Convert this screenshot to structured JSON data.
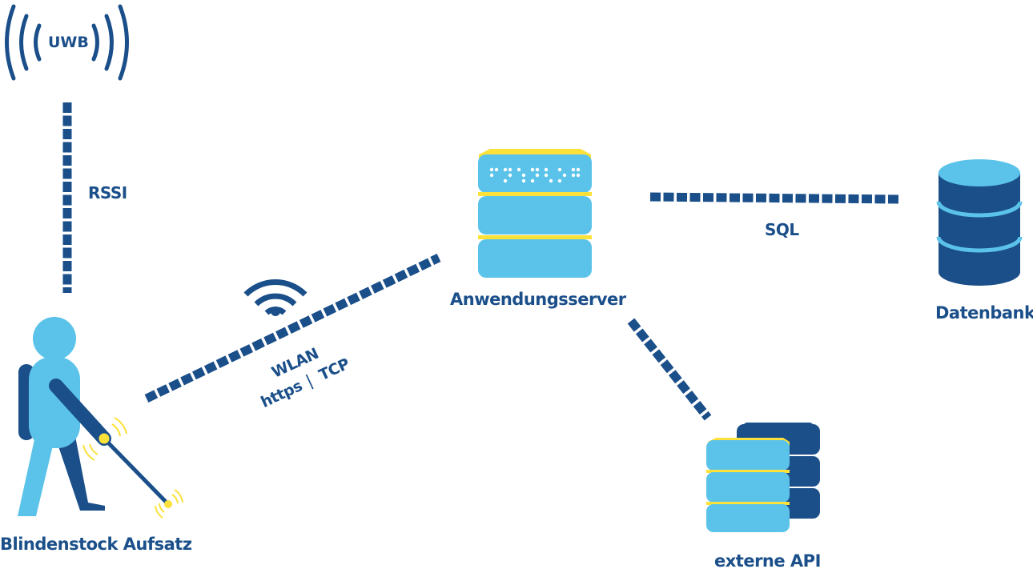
{
  "colors": {
    "dark_blue": "#1b4f8a",
    "light_blue": "#5bc3e9",
    "yellow": "#fbe13a",
    "white": "#ffffff"
  },
  "nodes": {
    "uwb": {
      "label": "UWB",
      "icon": "uwb-antenna-icon"
    },
    "user": {
      "label": "Blindenstock Aufsatz",
      "icon": "blind-person-with-cane-icon"
    },
    "server": {
      "label": "Anwendungsserver",
      "icon": "server-stack-icon"
    },
    "database": {
      "label": "Datenbank",
      "icon": "database-cylinder-icon"
    },
    "api": {
      "label": "externe API",
      "icon": "server-stack-icon"
    }
  },
  "edges": {
    "rssi": {
      "label": "RSSI"
    },
    "wlan": {
      "label_line1": "WLAN",
      "label_line2": "https",
      "label_sep": "|",
      "label_line3": "TCP",
      "icon": "wifi-icon"
    },
    "sql": {
      "label": "SQL"
    },
    "api": {
      "label": ""
    }
  }
}
